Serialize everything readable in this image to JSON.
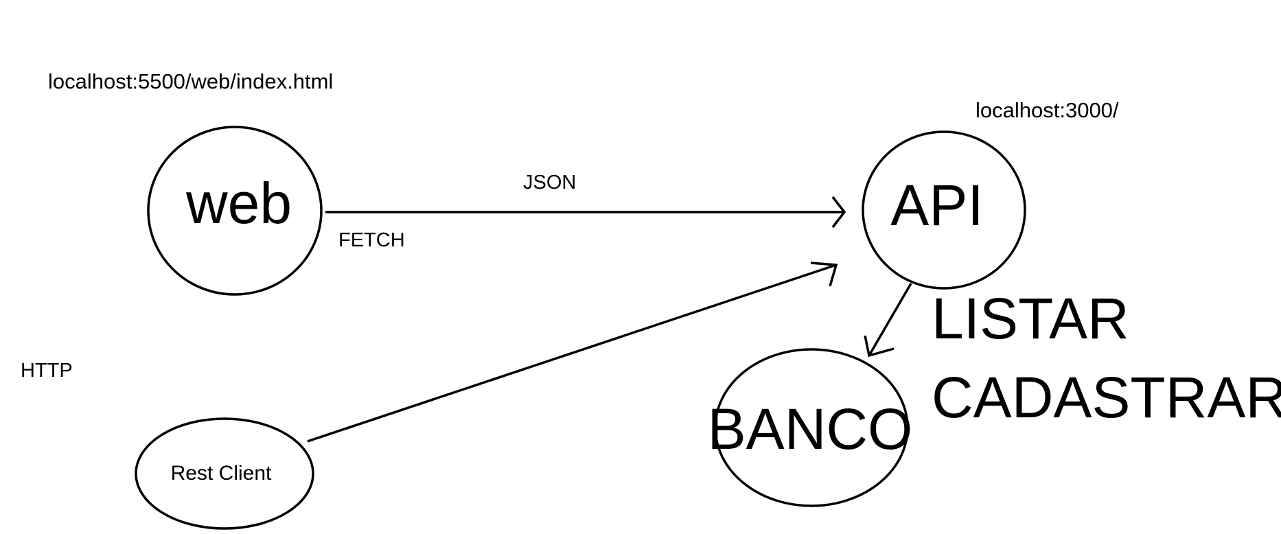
{
  "labels": {
    "web_url": "localhost:5500/web/index.html",
    "api_url": "localhost:3000/",
    "http": "HTTP",
    "json": "JSON",
    "fetch": "FETCH",
    "listar": "LISTAR",
    "cadastrar": "CADASTRAR"
  },
  "nodes": {
    "web": "web",
    "api": "API",
    "banco": "BANCO",
    "rest_client": "Rest Client"
  },
  "colors": {
    "stroke": "#000000",
    "background": "#ffffff"
  }
}
